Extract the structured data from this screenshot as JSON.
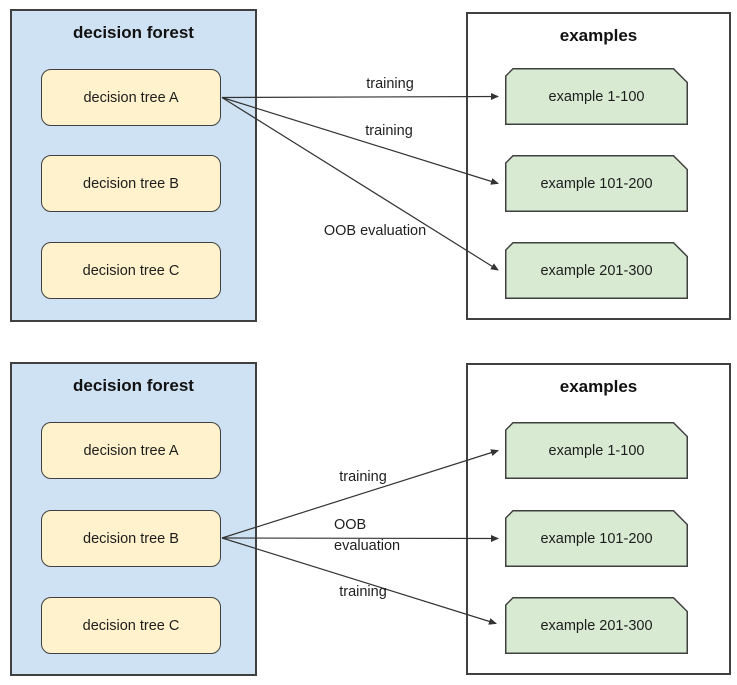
{
  "diagram": {
    "panels": [
      {
        "position": "top",
        "forest": {
          "title": "decision forest",
          "trees": [
            "decision tree A",
            "decision tree B",
            "decision tree C"
          ]
        },
        "examples": {
          "title": "examples",
          "items": [
            "example 1-100",
            "example 101-200",
            "example 201-300"
          ]
        },
        "arrows": [
          {
            "from": "decision tree A",
            "to": "example 1-100",
            "label": "training"
          },
          {
            "from": "decision tree A",
            "to": "example 101-200",
            "label": "training"
          },
          {
            "from": "decision tree A",
            "to": "example 201-300",
            "label": "OOB evaluation"
          }
        ]
      },
      {
        "position": "bottom",
        "forest": {
          "title": "decision forest",
          "trees": [
            "decision tree A",
            "decision tree B",
            "decision tree C"
          ]
        },
        "examples": {
          "title": "examples",
          "items": [
            "example 1-100",
            "example 101-200",
            "example 201-300"
          ]
        },
        "arrows": [
          {
            "from": "decision tree B",
            "to": "example 1-100",
            "label": "training"
          },
          {
            "from": "decision tree B",
            "to": "example 101-200",
            "label": "OOB evaluation"
          },
          {
            "from": "decision tree B",
            "to": "example 201-300",
            "label": "training"
          }
        ]
      }
    ],
    "colors": {
      "forest_fill": "#cfe2f3",
      "tree_fill": "#fff2cc",
      "example_fill": "#d9ead3",
      "border": "#404040",
      "arrow": "#333333",
      "text": "#1d1d1d"
    }
  }
}
